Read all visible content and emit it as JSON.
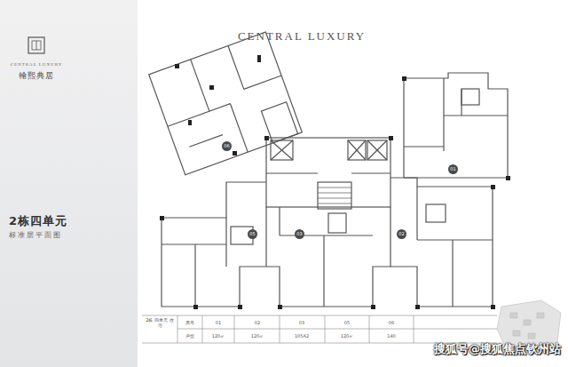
{
  "diagram": {
    "title": "CENTRAL LUXURY",
    "nodes": [
      {
        "text": [
          "CENTRAL LUXURY",
          "翰熙典居",
          "2栋四单元",
          "标准层平面图"
        ]
      },
      {
        "text": [
          "06"
        ]
      },
      {
        "text": [
          "01"
        ]
      },
      {
        "text": [
          "05"
        ]
      },
      {
        "text": [
          "03"
        ]
      },
      {
        "text": [
          "02"
        ]
      }
    ],
    "labels": [
      "2栋 四单元 住宅",
      "房号",
      "01",
      "02",
      "03",
      "05",
      "06",
      "户型",
      "120㎡",
      "120㎡",
      "105A2",
      "120㎡",
      "140",
      "搜狐号@搜狐焦点钦州站"
    ]
  }
}
